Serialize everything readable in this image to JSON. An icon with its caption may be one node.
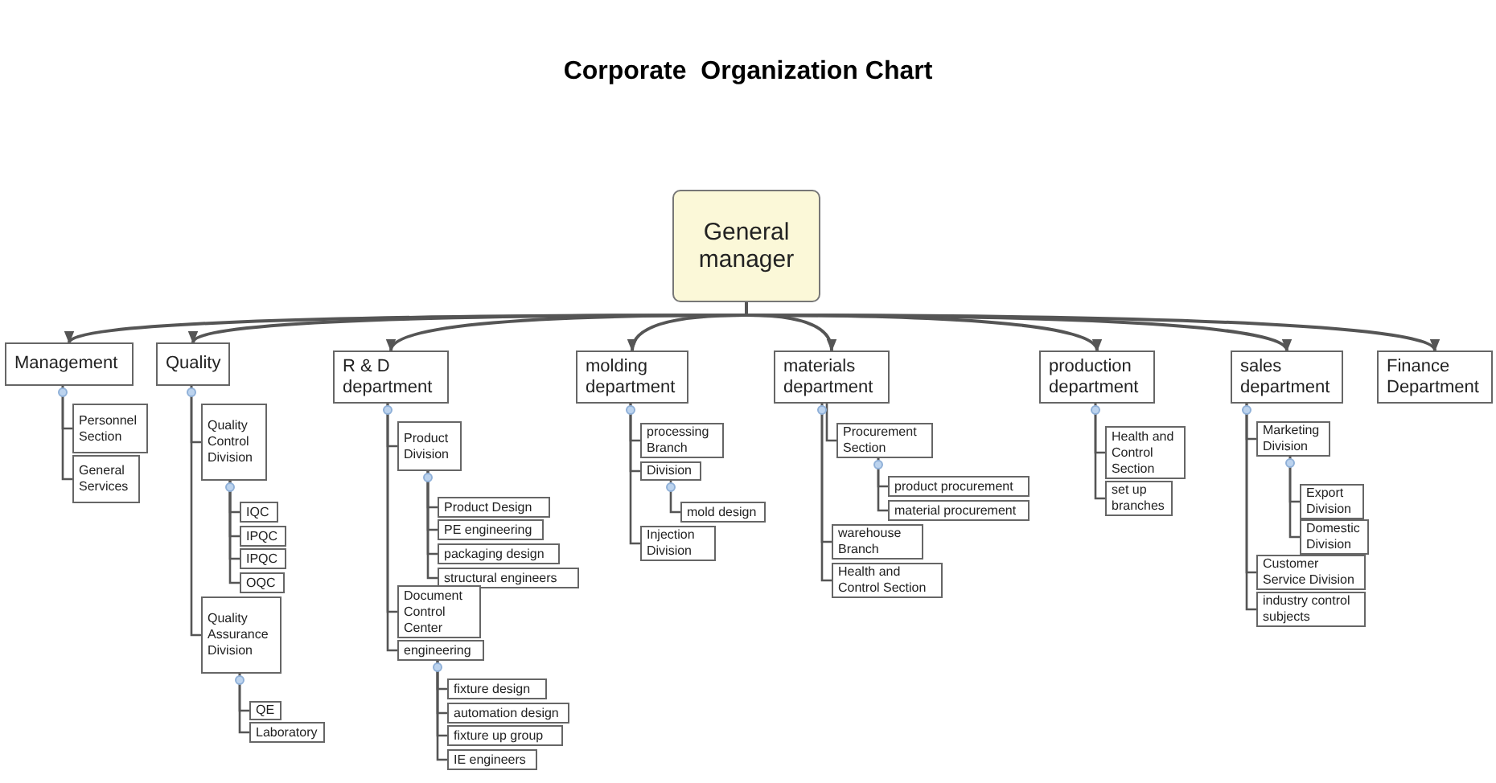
{
  "diagram": {
    "title": "Corporate  Organization Chart",
    "nodes": [
      {
        "text": [
          "General manager"
        ]
      },
      {
        "text": [
          "Management"
        ]
      },
      {
        "text": [
          "Personnel Section"
        ]
      },
      {
        "text": [
          "General Services"
        ]
      },
      {
        "text": [
          "Quality"
        ]
      },
      {
        "text": [
          "Quality Control Division"
        ]
      },
      {
        "text": [
          "IQC"
        ]
      },
      {
        "text": [
          "IPQC"
        ]
      },
      {
        "text": [
          "IPQC"
        ]
      },
      {
        "text": [
          "OQC"
        ]
      },
      {
        "text": [
          "Quality Assurance Division"
        ]
      },
      {
        "text": [
          "QE"
        ]
      },
      {
        "text": [
          "Laboratory"
        ]
      },
      {
        "text": [
          "R & D department"
        ]
      },
      {
        "text": [
          "Product Division"
        ]
      },
      {
        "text": [
          "Product Design"
        ]
      },
      {
        "text": [
          "PE engineering"
        ]
      },
      {
        "text": [
          "packaging design"
        ]
      },
      {
        "text": [
          "structural engineers"
        ]
      },
      {
        "text": [
          "Document Control Center"
        ]
      },
      {
        "text": [
          "engineering"
        ]
      },
      {
        "text": [
          "fixture design"
        ]
      },
      {
        "text": [
          "automation design"
        ]
      },
      {
        "text": [
          "fixture up group"
        ]
      },
      {
        "text": [
          "IE engineers"
        ]
      },
      {
        "text": [
          "molding department"
        ]
      },
      {
        "text": [
          "processing Branch"
        ]
      },
      {
        "text": [
          "Division"
        ]
      },
      {
        "text": [
          "mold design"
        ]
      },
      {
        "text": [
          "Injection Division"
        ]
      },
      {
        "text": [
          "materials department"
        ]
      },
      {
        "text": [
          "Procurement Section"
        ]
      },
      {
        "text": [
          "product procurement"
        ]
      },
      {
        "text": [
          "material procurement"
        ]
      },
      {
        "text": [
          "warehouse Branch"
        ]
      },
      {
        "text": [
          "Health and Control Section"
        ]
      },
      {
        "text": [
          "production department"
        ]
      },
      {
        "text": [
          "Health and Control Section"
        ]
      },
      {
        "text": [
          "set up branches"
        ]
      },
      {
        "text": [
          "sales department"
        ]
      },
      {
        "text": [
          "Marketing Division"
        ]
      },
      {
        "text": [
          "Export Division"
        ]
      },
      {
        "text": [
          "Domestic Division"
        ]
      },
      {
        "text": [
          "Customer Service Division"
        ]
      },
      {
        "text": [
          "industry control subjects"
        ]
      },
      {
        "text": [
          "Finance Department"
        ]
      }
    ],
    "edges": [
      {
        "from": 0,
        "to": 1,
        "arrow": "to"
      },
      {
        "from": 0,
        "to": 4,
        "arrow": "to"
      },
      {
        "from": 0,
        "to": 13,
        "arrow": "to"
      },
      {
        "from": 0,
        "to": 25,
        "arrow": "to"
      },
      {
        "from": 0,
        "to": 30,
        "arrow": "to"
      },
      {
        "from": 0,
        "to": 36,
        "arrow": "to"
      },
      {
        "from": 0,
        "to": 39,
        "arrow": "to"
      },
      {
        "from": 0,
        "to": 45,
        "arrow": "to"
      },
      {
        "from": 1,
        "to": 2,
        "arrow": "none"
      },
      {
        "from": 1,
        "to": 3,
        "arrow": "none"
      },
      {
        "from": 4,
        "to": 5,
        "arrow": "none"
      },
      {
        "from": 5,
        "to": 6,
        "arrow": "none"
      },
      {
        "from": 5,
        "to": 7,
        "arrow": "none"
      },
      {
        "from": 5,
        "to": 8,
        "arrow": "none"
      },
      {
        "from": 5,
        "to": 9,
        "arrow": "none"
      },
      {
        "from": 4,
        "to": 10,
        "arrow": "none"
      },
      {
        "from": 10,
        "to": 11,
        "arrow": "none"
      },
      {
        "from": 10,
        "to": 12,
        "arrow": "none"
      },
      {
        "from": 13,
        "to": 14,
        "arrow": "none"
      },
      {
        "from": 14,
        "to": 15,
        "arrow": "none"
      },
      {
        "from": 14,
        "to": 16,
        "arrow": "none"
      },
      {
        "from": 14,
        "to": 17,
        "arrow": "none"
      },
      {
        "from": 14,
        "to": 18,
        "arrow": "none"
      },
      {
        "from": 13,
        "to": 19,
        "arrow": "none"
      },
      {
        "from": 13,
        "to": 20,
        "arrow": "none"
      },
      {
        "from": 20,
        "to": 21,
        "arrow": "none"
      },
      {
        "from": 20,
        "to": 22,
        "arrow": "none"
      },
      {
        "from": 20,
        "to": 23,
        "arrow": "none"
      },
      {
        "from": 20,
        "to": 24,
        "arrow": "none"
      },
      {
        "from": 25,
        "to": 26,
        "arrow": "none"
      },
      {
        "from": 25,
        "to": 27,
        "arrow": "none"
      },
      {
        "from": 27,
        "to": 28,
        "arrow": "none"
      },
      {
        "from": 25,
        "to": 29,
        "arrow": "none"
      },
      {
        "from": 30,
        "to": 31,
        "arrow": "none"
      },
      {
        "from": 31,
        "to": 32,
        "arrow": "none"
      },
      {
        "from": 31,
        "to": 33,
        "arrow": "none"
      },
      {
        "from": 30,
        "to": 34,
        "arrow": "none"
      },
      {
        "from": 30,
        "to": 35,
        "arrow": "none"
      },
      {
        "from": 36,
        "to": 37,
        "arrow": "none"
      },
      {
        "from": 36,
        "to": 38,
        "arrow": "none"
      },
      {
        "from": 39,
        "to": 40,
        "arrow": "none"
      },
      {
        "from": 40,
        "to": 41,
        "arrow": "none"
      },
      {
        "from": 40,
        "to": 42,
        "arrow": "none"
      },
      {
        "from": 39,
        "to": 43,
        "arrow": "none"
      },
      {
        "from": 39,
        "to": 44,
        "arrow": "none"
      }
    ]
  }
}
